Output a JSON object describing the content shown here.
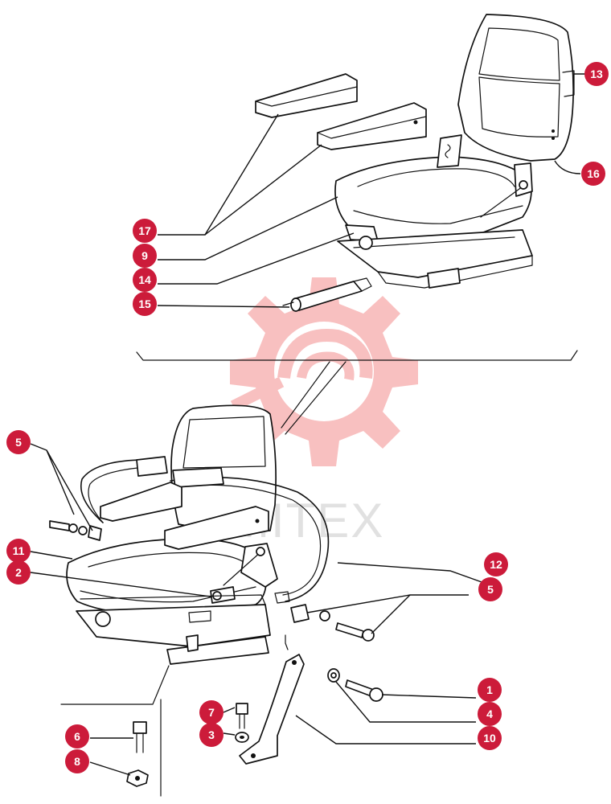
{
  "watermark": {
    "text": "MITEX",
    "color": "#f06a6a"
  },
  "callout_color": "#cc1b3a",
  "callouts": [
    {
      "label": "13"
    },
    {
      "label": "16"
    },
    {
      "label": "17"
    },
    {
      "label": "9"
    },
    {
      "label": "14"
    },
    {
      "label": "15"
    },
    {
      "label": "5"
    },
    {
      "label": "11"
    },
    {
      "label": "2"
    },
    {
      "label": "12"
    },
    {
      "label": "5"
    },
    {
      "label": "1"
    },
    {
      "label": "4"
    },
    {
      "label": "10"
    },
    {
      "label": "7"
    },
    {
      "label": "3"
    },
    {
      "label": "6"
    },
    {
      "label": "8"
    }
  ]
}
